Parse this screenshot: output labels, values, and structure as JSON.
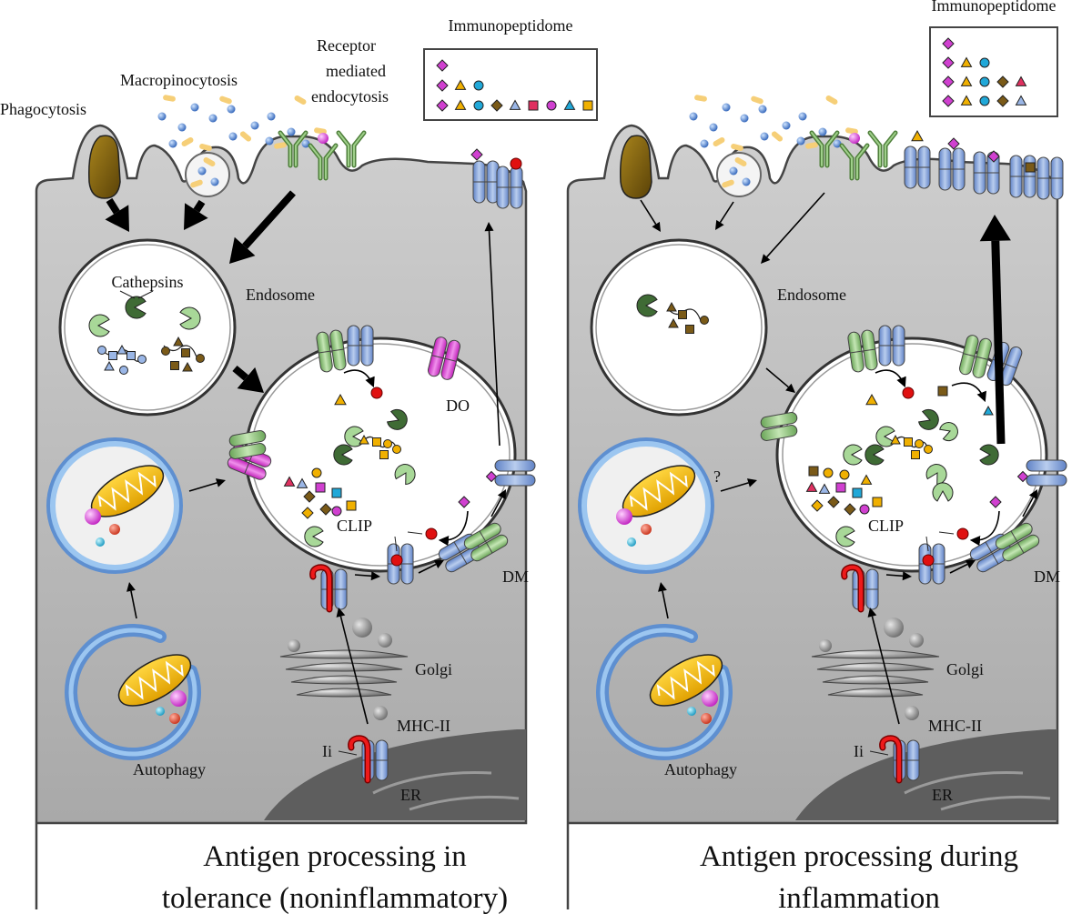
{
  "panels": [
    {
      "id": "tolerance",
      "caption_line1": "Antigen processing in",
      "caption_line2": "tolerance (noninflammatory)",
      "immunopeptidome_title": "Immunopeptidome",
      "uptake_labels": {
        "phagocytosis": "Phagocytosis",
        "macropinocytosis": "Macropinocytosis",
        "receptor_line1": "Receptor",
        "receptor_line2": "mediated",
        "receptor_line3": "endocytosis"
      },
      "cathepsins_label": "Cathepsins",
      "endosome_label": "Endosome",
      "do_label": "DO",
      "clip_label": "CLIP",
      "dm_label": "DM",
      "golgi_label": "Golgi",
      "mhc_label": "MHC-II",
      "ii_label": "Ii",
      "er_label": "ER",
      "autophagy_label": "Autophagy",
      "question_mark": ""
    },
    {
      "id": "inflammation",
      "caption_line1": "Antigen processing during",
      "caption_line2": "inflammation",
      "immunopeptidome_title": "Immunopeptidome",
      "uptake_labels": {
        "phagocytosis": "",
        "macropinocytosis": "",
        "receptor_line1": "",
        "receptor_line2": "",
        "receptor_line3": ""
      },
      "cathepsins_label": "",
      "endosome_label": "Endosome",
      "do_label": "",
      "clip_label": "CLIP",
      "dm_label": "DM",
      "golgi_label": "Golgi",
      "mhc_label": "MHC-II",
      "ii_label": "Ii",
      "er_label": "ER",
      "autophagy_label": "Autophagy",
      "question_mark": "?"
    }
  ],
  "colors": {
    "cell_fill": "#b9b9b9",
    "mhc_blue": "#7f9fd6",
    "dm_green": "#8fc27a",
    "do_magenta": "#e040d8",
    "invariant_chain_red": "#e01010",
    "cathepsin_dark": "#3f6b35",
    "cathepsin_light": "#a8d898",
    "bacterium_brown": "#8a6a10",
    "mitochondrion_yellow": "#f2b800",
    "autophagosome_blue": "#7aaee0",
    "peptide_purple": "#d040d0",
    "peptide_orange": "#f0b000",
    "peptide_cyan": "#20a8d8",
    "peptide_brown": "#7a5a18"
  }
}
